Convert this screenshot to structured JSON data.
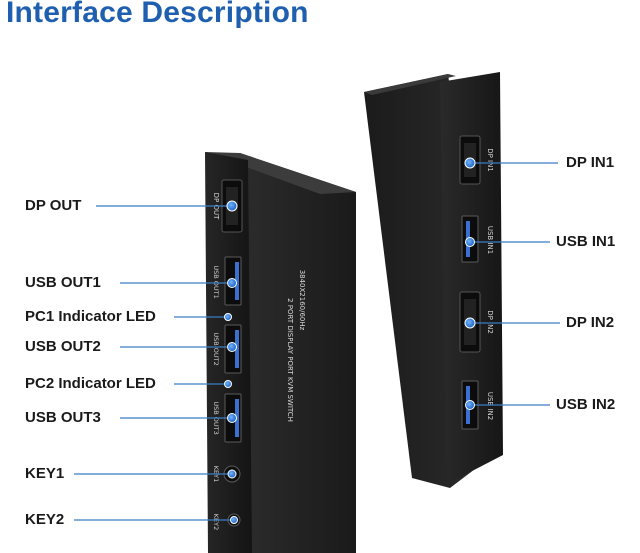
{
  "title": "Interface Description",
  "left_unit": {
    "port_labels": {
      "dp_out": "DP OUT",
      "usb_out1": "USB OUT1",
      "usb_out2": "USB OUT2",
      "usb_out3": "USB OUT3",
      "key1": "KEY1",
      "key2": "KEY2"
    },
    "side_text_1": "2 PORT DISPLAY PORT KVM SWITCH",
    "side_text_2": "3840X2160/60Hz"
  },
  "right_unit": {
    "port_labels": {
      "dp_in1": "DP IN1",
      "usb_in1": "USB IN1",
      "dp_in2": "DP IN2",
      "usb_in2": "USB IN2"
    }
  },
  "callouts": {
    "dp_out": "DP OUT",
    "usb_out1": "USB OUT1",
    "pc1_led": "PC1 Indicator LED",
    "usb_out2": "USB OUT2",
    "pc2_led": "PC2 Indicator LED",
    "usb_out3": "USB OUT3",
    "key1": "KEY1",
    "key2": "KEY2",
    "dp_in1": "DP IN1",
    "usb_in1": "USB IN1",
    "dp_in2": "DP IN2",
    "usb_in2": "USB IN2"
  },
  "colors": {
    "title": "#1f5fb0",
    "marker": "#2f7fd4",
    "leader_line": "#3a7cc8",
    "device_body": "#1c1c1c"
  }
}
